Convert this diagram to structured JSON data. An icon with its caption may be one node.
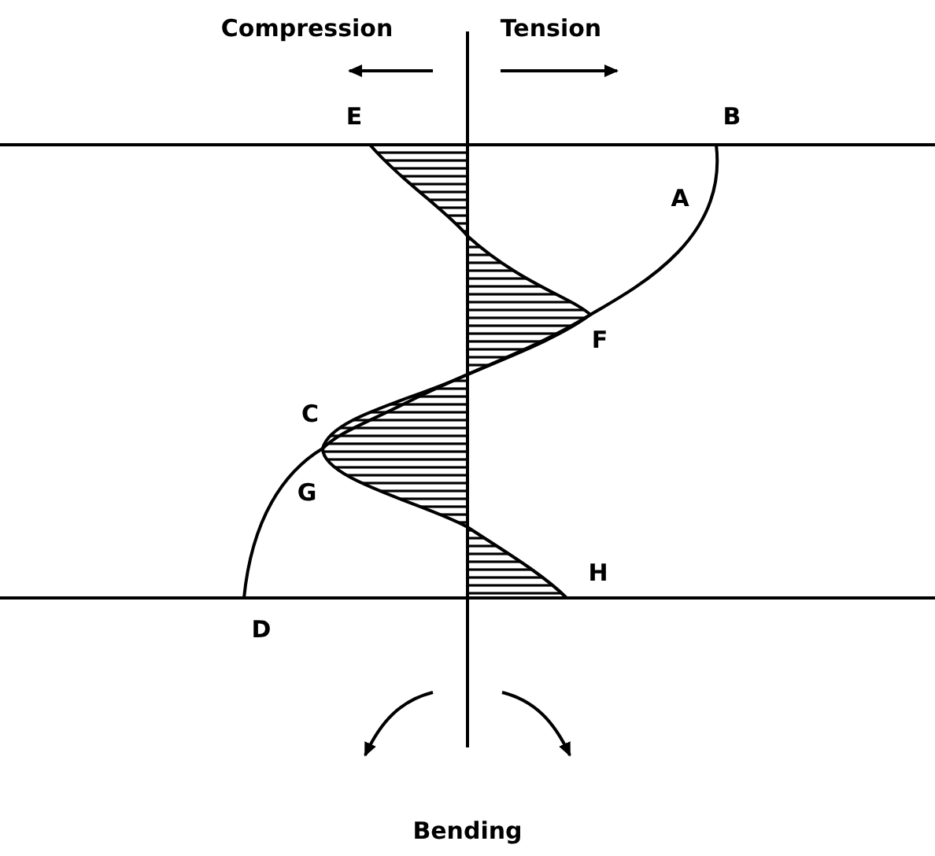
{
  "diagram": {
    "labels": [
      "Compression",
      "Tension",
      "E",
      "B",
      "A",
      "F",
      "C",
      "G",
      "H",
      "D",
      "Bending"
    ]
  }
}
